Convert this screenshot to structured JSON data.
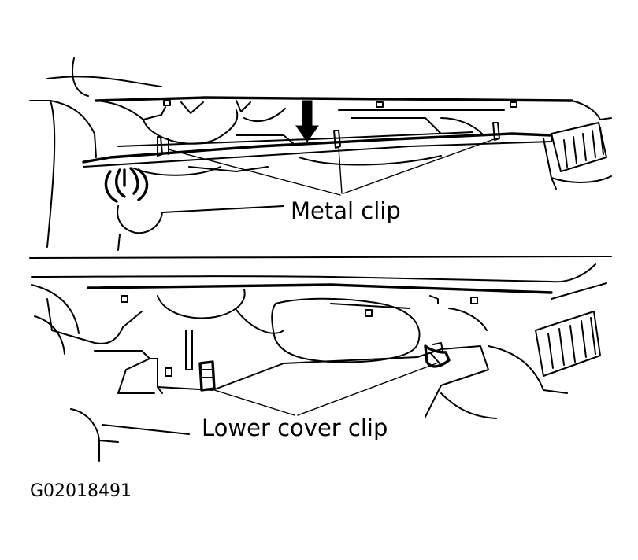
{
  "colors": {
    "background": "#ffffff",
    "ink": "#000000"
  },
  "labels": {
    "metal_clip": "Metal clip",
    "lower_cover_clip": "Lower cover clip",
    "figure_id": "G02018491"
  }
}
